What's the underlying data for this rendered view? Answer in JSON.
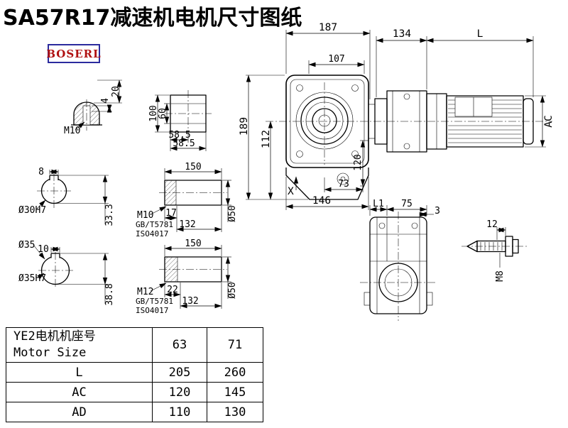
{
  "title": "SA57R17减速机电机尺寸图纸",
  "logo": "BOSERL",
  "dims": {
    "d20": "20",
    "d4": "4",
    "m10_tap": "M10",
    "d100": "100",
    "d60": "60",
    "d585a": "58.5",
    "d585b": "58.5",
    "d8": "8",
    "d30h7": "Ø30H7",
    "d333": "33.3",
    "d35": "Ø35",
    "d10": "10",
    "d35h7": "Ø35H7",
    "d388": "38.8",
    "s1_150": "150",
    "s1_m": "M10",
    "s1_std1": "GB/T5781",
    "s1_std2": "ISO4017",
    "s1_17": "17",
    "s1_132": "132",
    "s1_d50": "Ø50",
    "s2_150": "150",
    "s2_m": "M12",
    "s2_std1": "GB/T5781",
    "s2_std2": "ISO4017",
    "s2_22": "22",
    "s2_132": "132",
    "s2_d50": "Ø50",
    "d187": "187",
    "d107": "107",
    "d189": "189",
    "d112": "112",
    "d120": "120",
    "d73": "73",
    "d146": "146",
    "x": "X",
    "d134": "134",
    "dl": "L",
    "dac": "AC",
    "dl1": "L1",
    "d75": "75",
    "d3": "3",
    "d12": "12",
    "m8": "M8"
  },
  "table": {
    "header_cn": "YE2电机机座号",
    "header_en": "Motor Size",
    "sizes": [
      "63",
      "71"
    ],
    "rows": [
      {
        "label": "L",
        "v1": "205",
        "v2": "260"
      },
      {
        "label": "AC",
        "v1": "120",
        "v2": "145"
      },
      {
        "label": "AD",
        "v1": "110",
        "v2": "130"
      }
    ]
  }
}
